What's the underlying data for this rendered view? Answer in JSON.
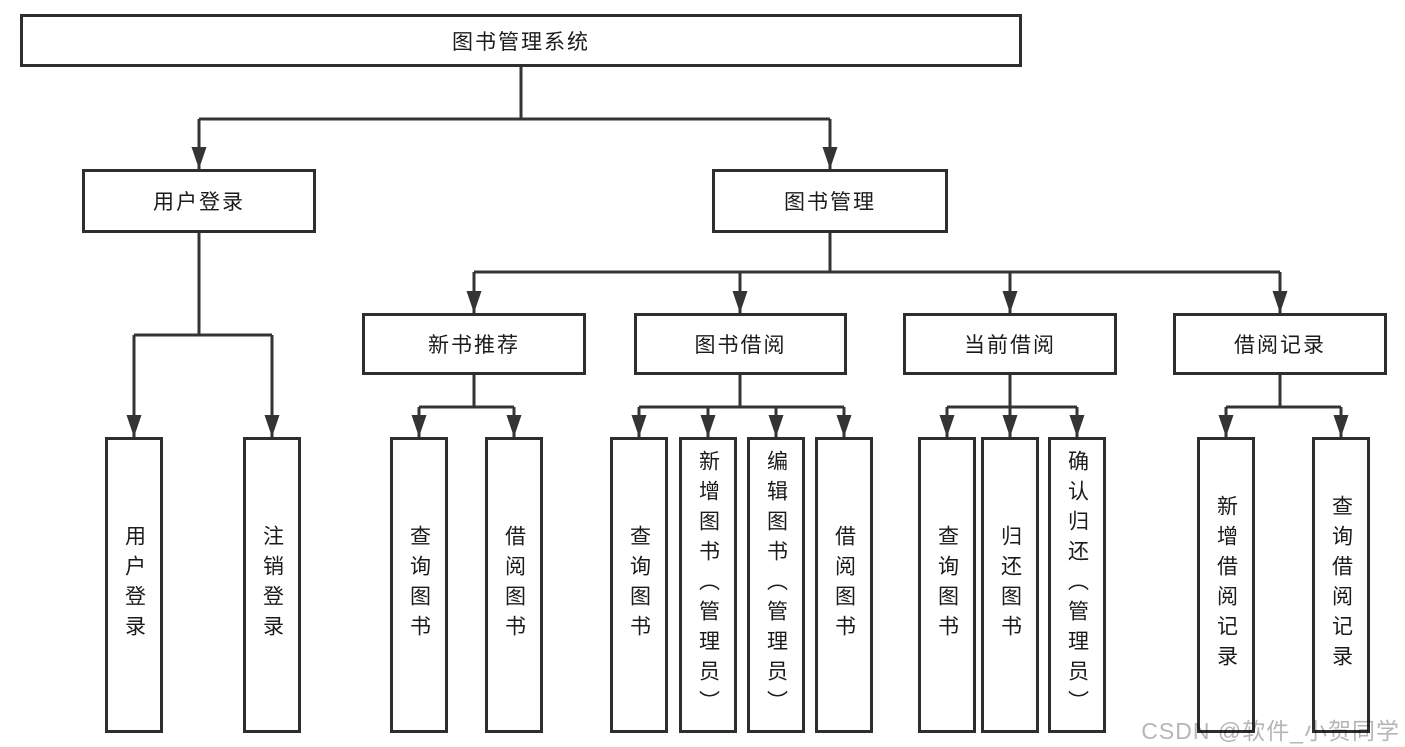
{
  "tree": {
    "label": "图书管理系统",
    "children": [
      {
        "label": "用户登录",
        "children": [
          {
            "label": "用户登录"
          },
          {
            "label": "注销登录"
          }
        ]
      },
      {
        "label": "图书管理",
        "children": [
          {
            "label": "新书推荐",
            "children": [
              {
                "label": "查询图书"
              },
              {
                "label": "借阅图书"
              }
            ]
          },
          {
            "label": "图书借阅",
            "children": [
              {
                "label": "查询图书"
              },
              {
                "label": "新增图书（管理员）"
              },
              {
                "label": "编辑图书（管理员）"
              },
              {
                "label": "借阅图书"
              }
            ]
          },
          {
            "label": "当前借阅",
            "children": [
              {
                "label": "查询图书"
              },
              {
                "label": "归还图书"
              },
              {
                "label": "确认归还（管理员）"
              }
            ]
          },
          {
            "label": "借阅记录",
            "children": [
              {
                "label": "新增借阅记录"
              },
              {
                "label": "查询借阅记录"
              }
            ]
          }
        ]
      }
    ]
  },
  "watermark": {
    "text": "CSDN @软件_小贺同学"
  },
  "colors": {
    "line": "#343434",
    "box-border": "#2e2e2e",
    "box-fill": "#ffffff",
    "text": "#1b1b1b",
    "watermark": "#b6b6b6",
    "background": "#ffffff"
  }
}
